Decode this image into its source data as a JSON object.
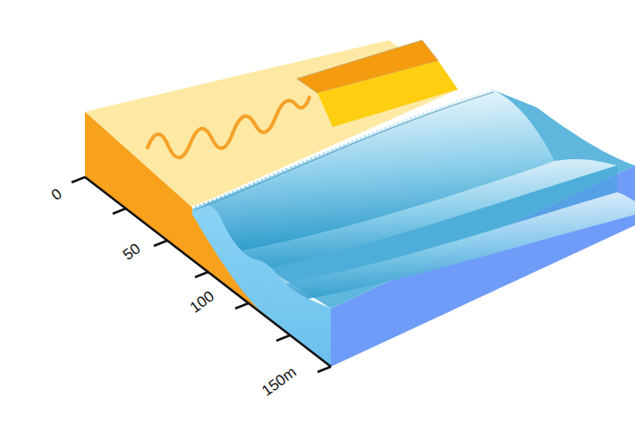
{
  "diagram": {
    "labels": [
      "0",
      "50",
      "100",
      "150m"
    ]
  }
}
